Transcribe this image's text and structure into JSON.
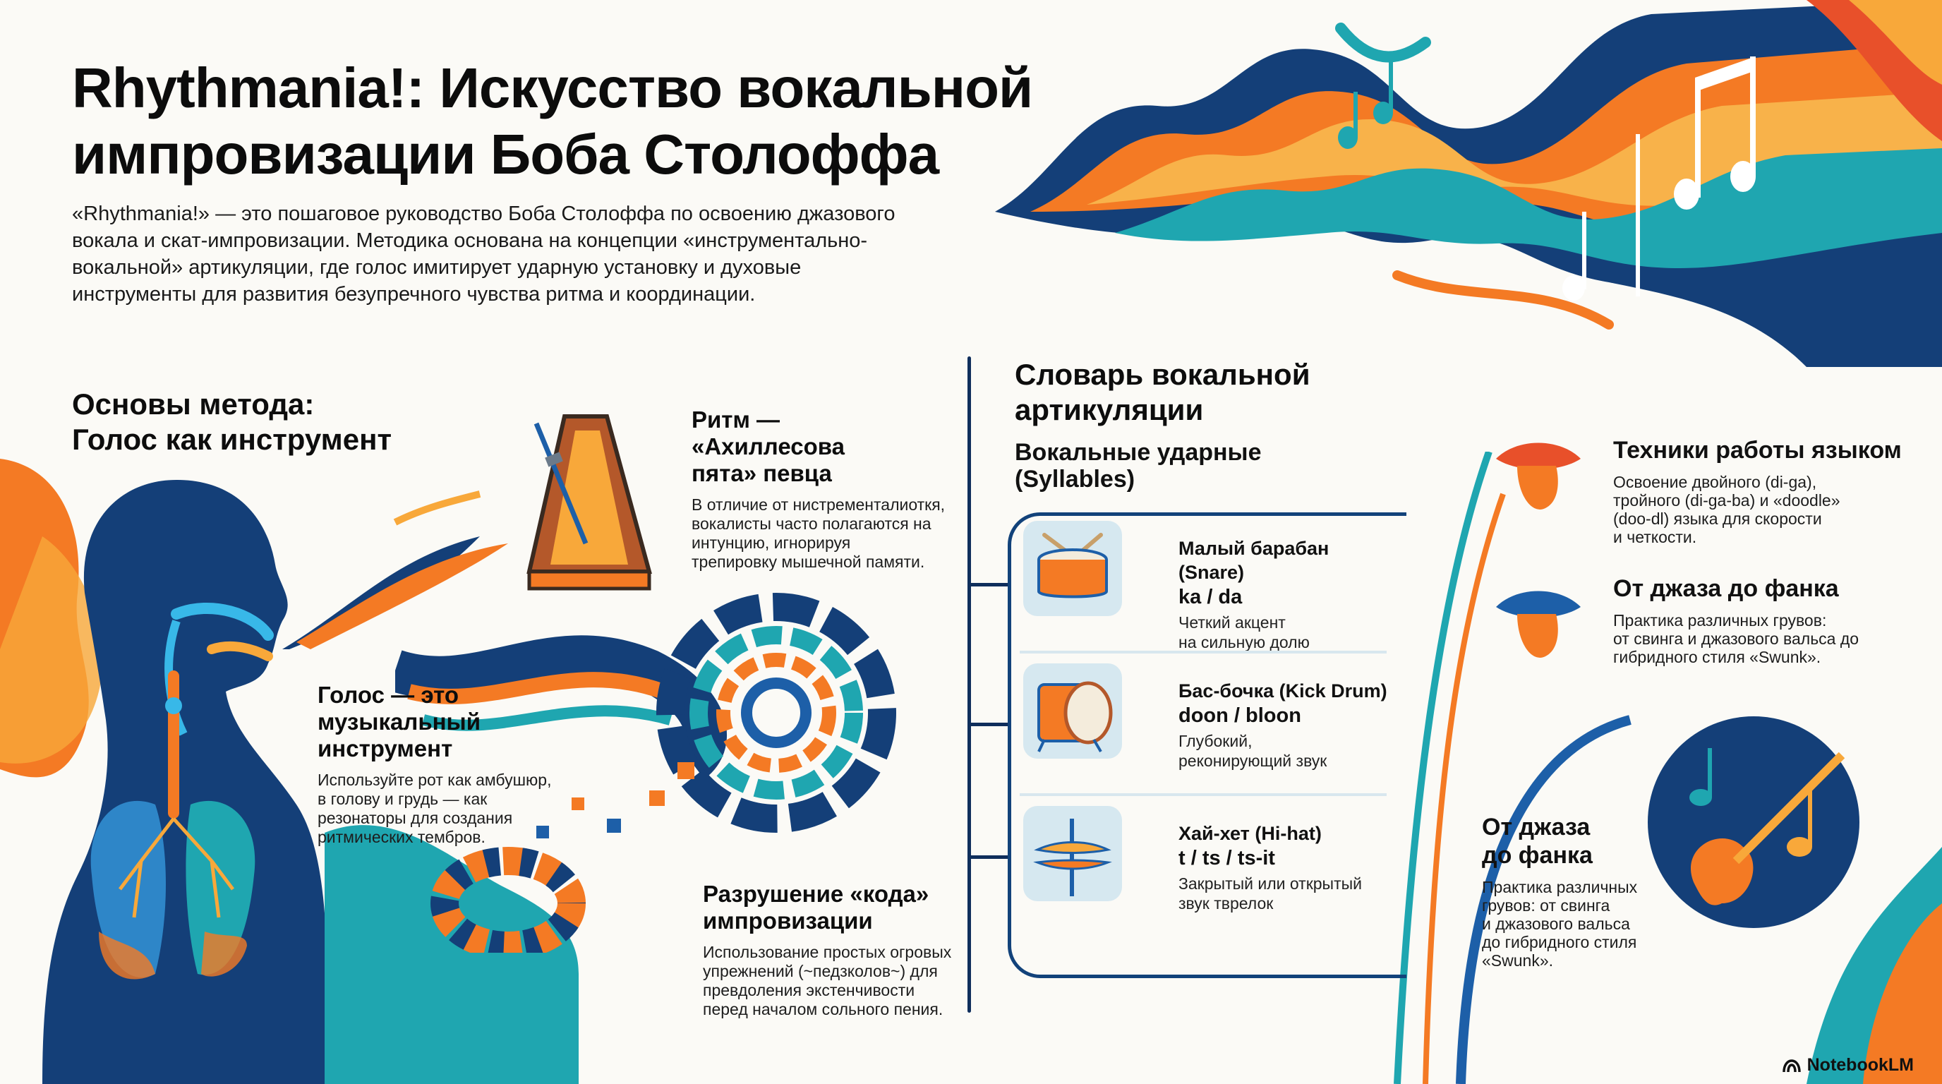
{
  "header": {
    "title_line1": "Rhythmania!: Искусство вокальной",
    "title_line2": "импровизации Боба Столоффа",
    "intro": [
      "«Rhythmania!» — это пошаговое руководство Боба Столоффа по освоению джазового",
      "вокала и скат-импровизации. Методика основана на концепции «инструментально-",
      "вокальной» артикуляции, где голос имитирует ударную установку и духовые",
      "инструменты для развития безупречного чувства ритма и координации."
    ]
  },
  "left_section": {
    "heading_line1": "Основы метода:",
    "heading_line2": "Голос как инструмент",
    "blocks": [
      {
        "title": [
          "Ритм —",
          "«Ахиллесова",
          "пята» певца"
        ],
        "body": [
          "В отличие от нистременталиоткя,",
          "вокалисты часто полагаются на",
          "интунцию, игнорируя",
          "трепировку мышечной памяти."
        ]
      },
      {
        "title": [
          "Голос — это",
          "музыкальный",
          "инструмент"
        ],
        "body": [
          "Используйте рот как амбушюр,",
          "в голову и грудь — как",
          "резонаторы для создания",
          "ритмических тембров."
        ]
      },
      {
        "title": [
          "Разрушение «кода»",
          "импровизации"
        ],
        "body": [
          "Использование простых огровых",
          "упрежнений (~педзколов~) для",
          "превдоления экстенчивости",
          "перед началом сольного пения."
        ]
      }
    ]
  },
  "right_section": {
    "heading_line1": "Словарь вокальной",
    "heading_line2": "артикуляции",
    "subheading_line1": "Вокальные ударные",
    "subheading_line2": "(Syllables)",
    "syllables": [
      {
        "icon": "snare-drum-icon",
        "title": "Малый барабан (Snare)",
        "syllables": "ka / da",
        "desc": [
          "Четкий акцент",
          "на сильную долю"
        ]
      },
      {
        "icon": "kick-drum-icon",
        "title": "Бас-бочка (Kick Drum)",
        "syllables": "doon / bloon",
        "desc": [
          "Глубокий,",
          "реконирующий звук"
        ]
      },
      {
        "icon": "hi-hat-icon",
        "title": "Хай-хет (Hi-hat)",
        "syllables": "t / ts / ts-it",
        "desc": [
          "Закрытый или открытый",
          "звук тврелок"
        ]
      }
    ],
    "side_blocks": [
      {
        "title": "Техники работы языком",
        "body": [
          "Освоение двойного (di-ga),",
          "тройного (di-ga-ba) и «doodle»",
          "(doo-dl) языка для скорости",
          "и четкости."
        ]
      },
      {
        "title": "От джаза до фанка",
        "body": [
          "Практика различных грувов:",
          "от свинга и джазового вальса до",
          "гибридного стиля «Swunk»."
        ]
      },
      {
        "title": [
          "От джаза",
          "до фанка"
        ],
        "body": [
          "Практика различных",
          "грувов: от свинга",
          "и джазового вальса",
          "до гибридного стиля",
          "«Swunk»."
        ]
      }
    ]
  },
  "brand": {
    "label": "NotebookLM"
  },
  "colors": {
    "navy": "#0f2e5c",
    "blue": "#1d5fa8",
    "teal": "#1fa6b0",
    "orange": "#f47a24",
    "amber": "#f8a83a",
    "red": "#e8502a",
    "bg": "#fbfaf6"
  }
}
